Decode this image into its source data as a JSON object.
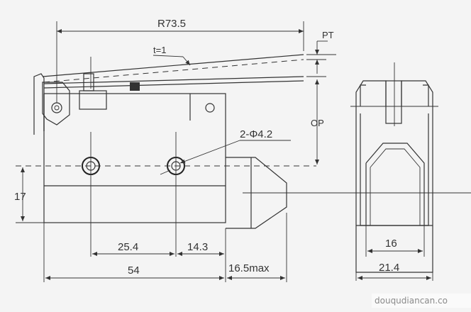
{
  "dimensions": {
    "lever_radius": "R73.5",
    "pretravel": "PT",
    "lever_thickness": "t=1",
    "operating_position": "OP",
    "mounting_holes": "2-Φ4.2",
    "hole_height": "17",
    "hole_spacing": "25.4",
    "hole_offset": "14.3",
    "body_length": "54",
    "plunger_length": "16.5max",
    "lever_width": "16",
    "body_width": "21.4"
  },
  "watermark": "douqudiancan.co"
}
